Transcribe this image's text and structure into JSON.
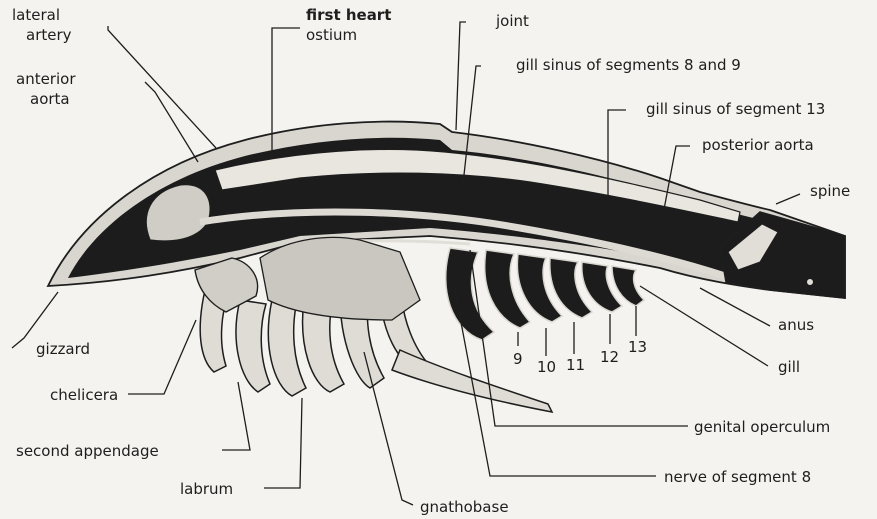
{
  "labels": {
    "lateral_artery": [
      "lateral",
      "artery"
    ],
    "first_heart_ostium": [
      "first heart",
      "ostium"
    ],
    "joint": "joint",
    "gill_sinus_8_9": "gill sinus of segments 8 and 9",
    "anterior_aorta": [
      "anterior",
      "aorta"
    ],
    "gill_sinus_13": "gill sinus of segment 13",
    "posterior_aorta": "posterior aorta",
    "spine": "spine",
    "anus": "anus",
    "gill": "gill",
    "gizzard": "gizzard",
    "chelicera": "chelicera",
    "second_appendage": "second appendage",
    "labrum": "labrum",
    "gnathobase": "gnathobase",
    "nerve_segment_8": "nerve of segment 8",
    "genital_operculum": "genital operculum"
  },
  "segment_numbers": [
    "9",
    "10",
    "11",
    "12",
    "13"
  ]
}
